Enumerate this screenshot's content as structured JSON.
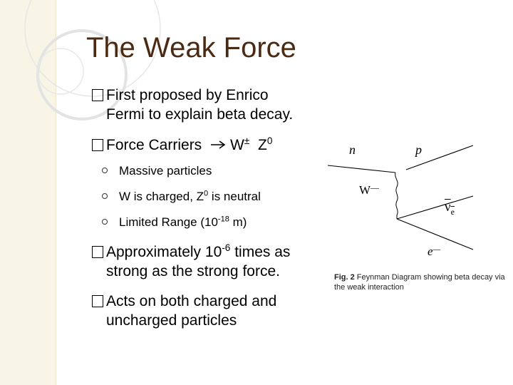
{
  "slide": {
    "title": "The Weak Force",
    "bullets": {
      "b1_line1": "First proposed by Enrico",
      "b1_line2": "Fermi to explain beta decay.",
      "b2_text": "Force Carriers",
      "b2_w": "W",
      "b2_w_sup": "±",
      "b2_z": "Z",
      "b2_z_sup": "0",
      "b3_line1_a": "Approximately 10",
      "b3_line1_sup": "-6",
      "b3_line1_b": " times as",
      "b3_line2": "strong as the strong force.",
      "b4_line1": "Acts on both charged and",
      "b4_line2": "uncharged particles"
    },
    "subbullets": {
      "s1": "Massive particles",
      "s2_a": "W is charged, Z",
      "s2_sup": "0",
      "s2_b": " is neutral",
      "s3_a": "Limited Range (10",
      "s3_sup": "-18",
      "s3_b": " m)"
    }
  },
  "diagram": {
    "label_n": "n",
    "label_p": "p",
    "label_w": "W",
    "label_w_charge": "—",
    "label_nu": "ν",
    "label_nu_sub": "e",
    "label_e": "e",
    "label_e_charge": "—",
    "caption_fig": "Fig. 2",
    "caption_text": "Feynman Diagram showing beta decay via the weak interaction"
  }
}
